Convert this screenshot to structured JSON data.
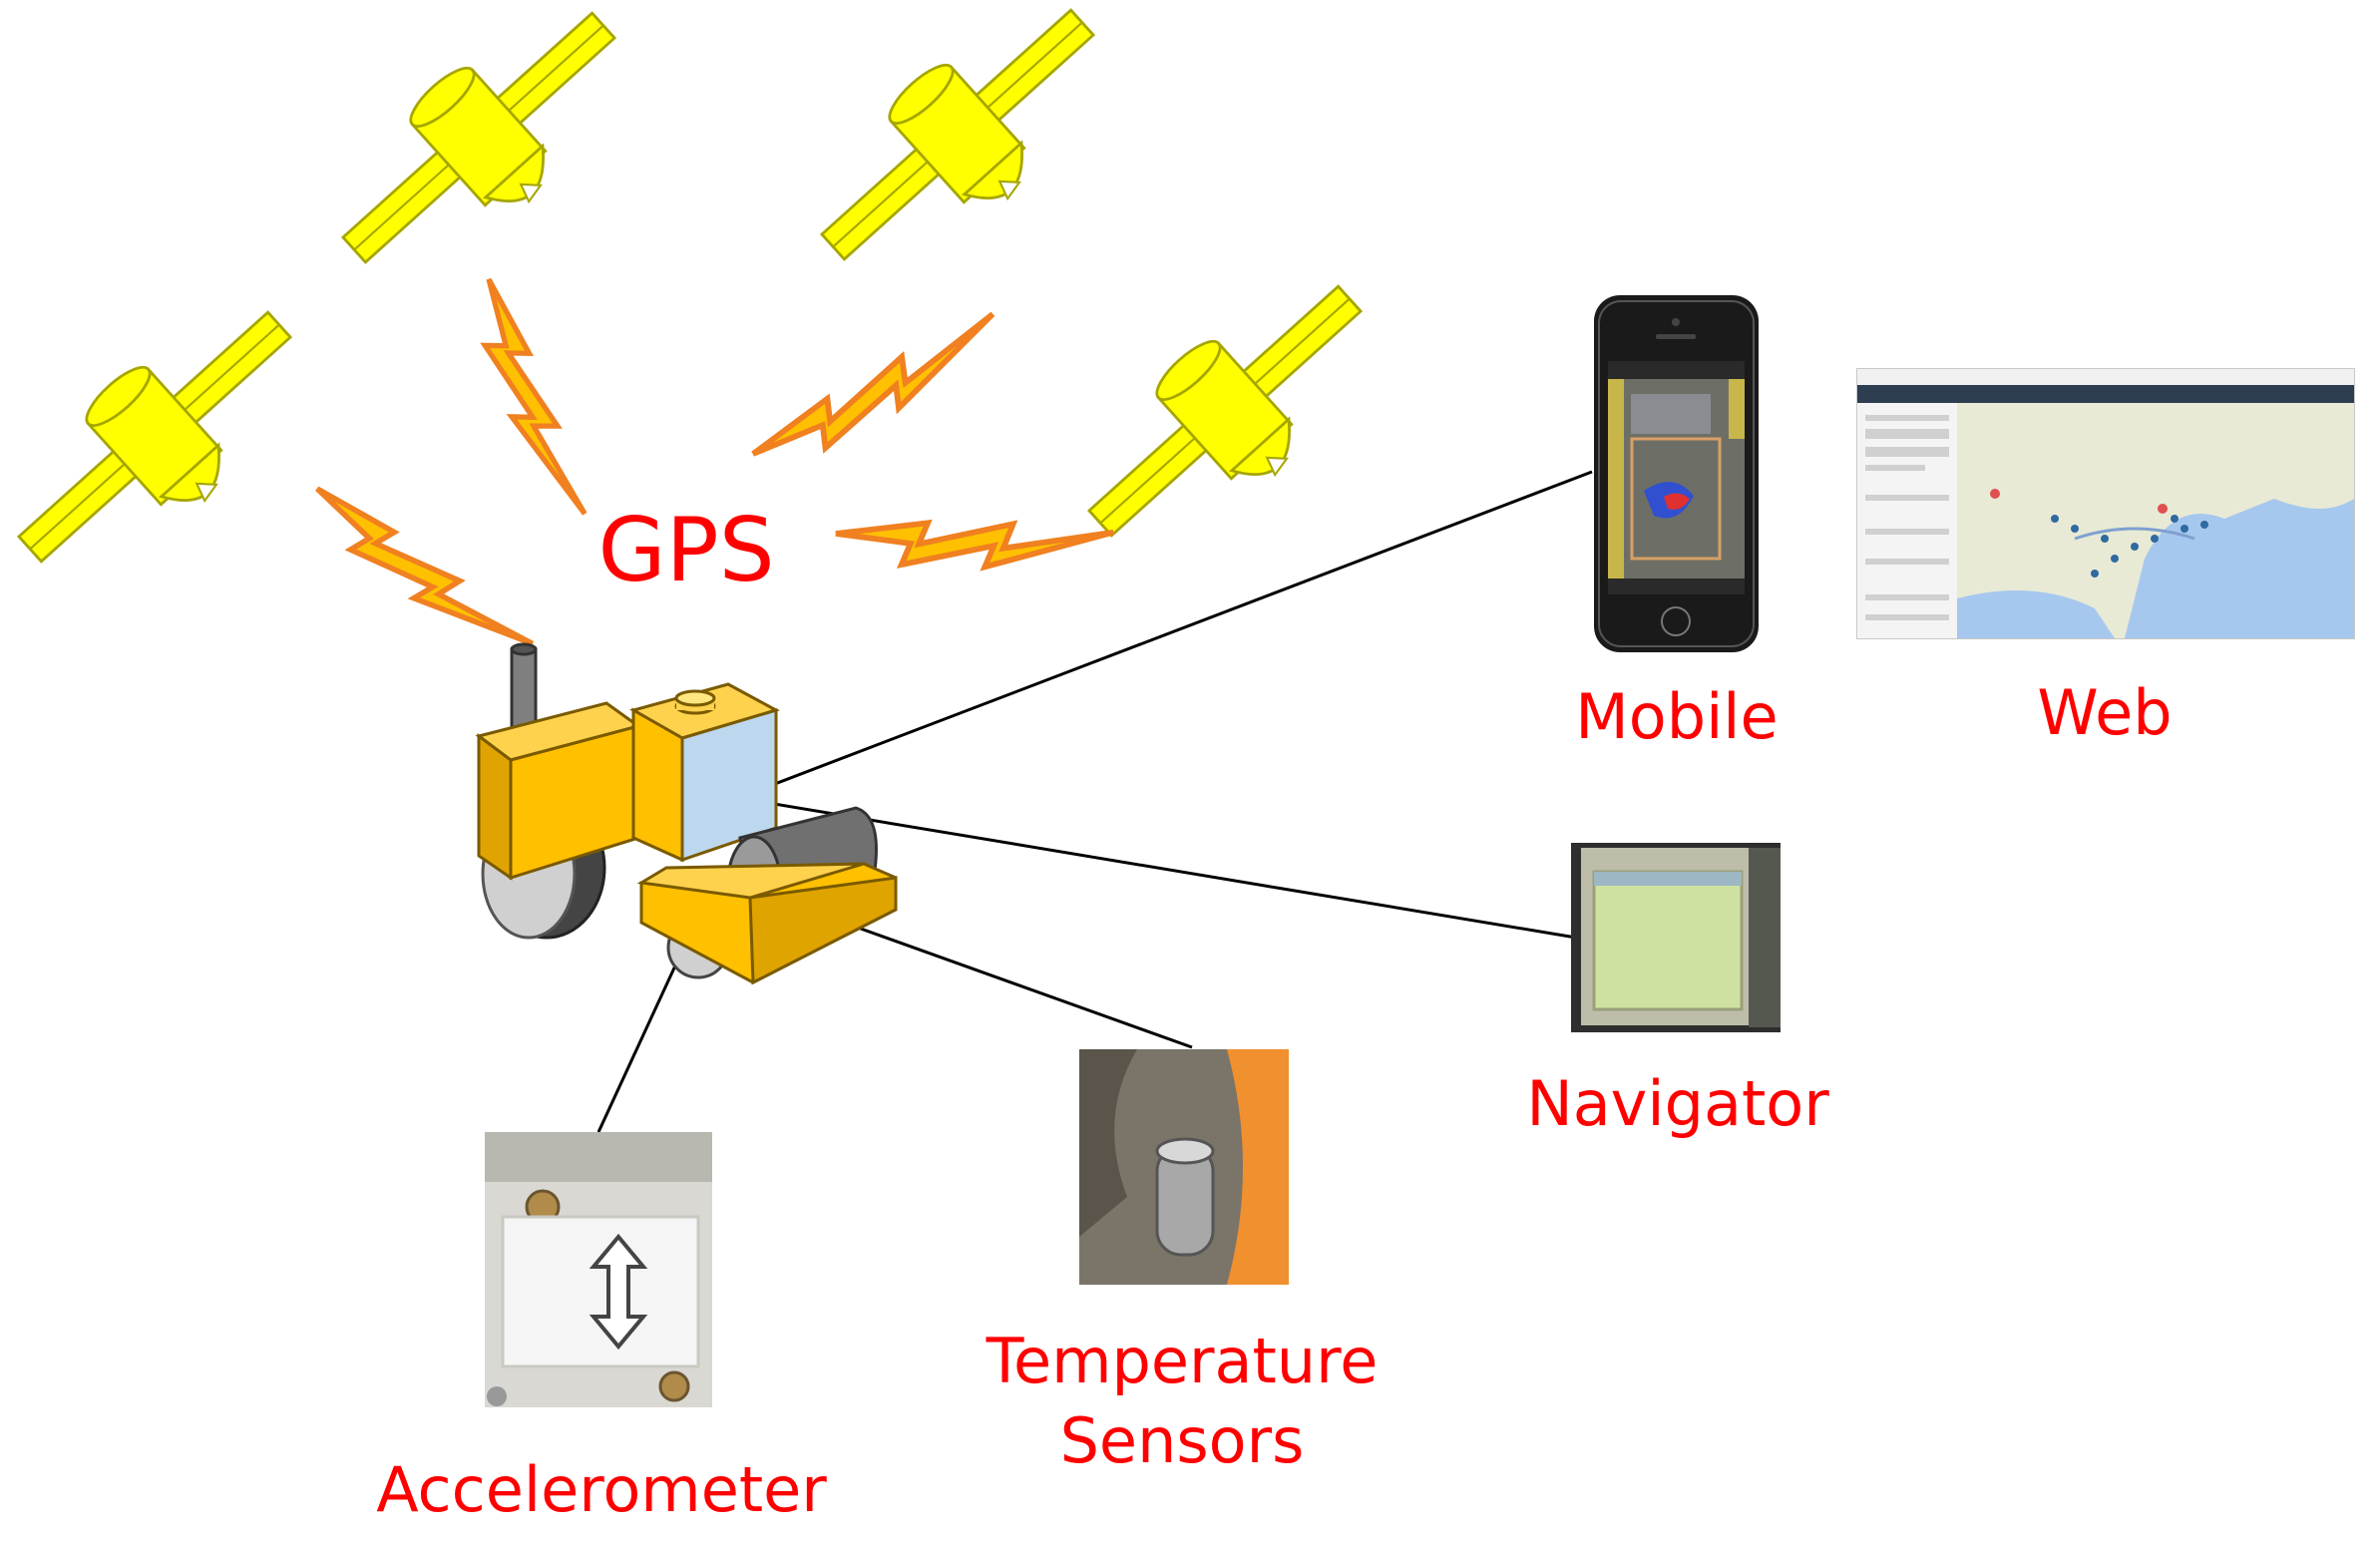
{
  "colors": {
    "label": "#ff0000",
    "satellite_fill": "#ffff00",
    "satellite_stroke": "#a6a600",
    "bolt_fill": "#ffc000",
    "bolt_stroke": "#f08020",
    "roller_body": "#ffc000",
    "roller_outline": "#7a5a00",
    "cab_glass": "#bdd7ee",
    "drum": "#808080",
    "wheel": "#cfcfcf",
    "connector": "#000000"
  },
  "labels": {
    "gps": "GPS",
    "mobile": "Mobile",
    "web": "Web",
    "navigator": "Navigator",
    "temperature_line1": "Temperature",
    "temperature_line2": "Sensors",
    "accelerometer": "Accelerometer"
  },
  "icons": {
    "satellites": [
      "satellite-icon",
      "satellite-icon",
      "satellite-icon",
      "satellite-icon"
    ],
    "signals": [
      "signal-bolt-icon",
      "signal-bolt-icon",
      "signal-bolt-icon",
      "signal-bolt-icon"
    ],
    "vehicle": "road-roller-icon",
    "mobile": "smartphone-icon",
    "web": "web-map-screenshot",
    "navigator": "navigator-device-photo",
    "temperature": "temperature-sensor-photo",
    "accelerometer": "accelerometer-photo"
  }
}
